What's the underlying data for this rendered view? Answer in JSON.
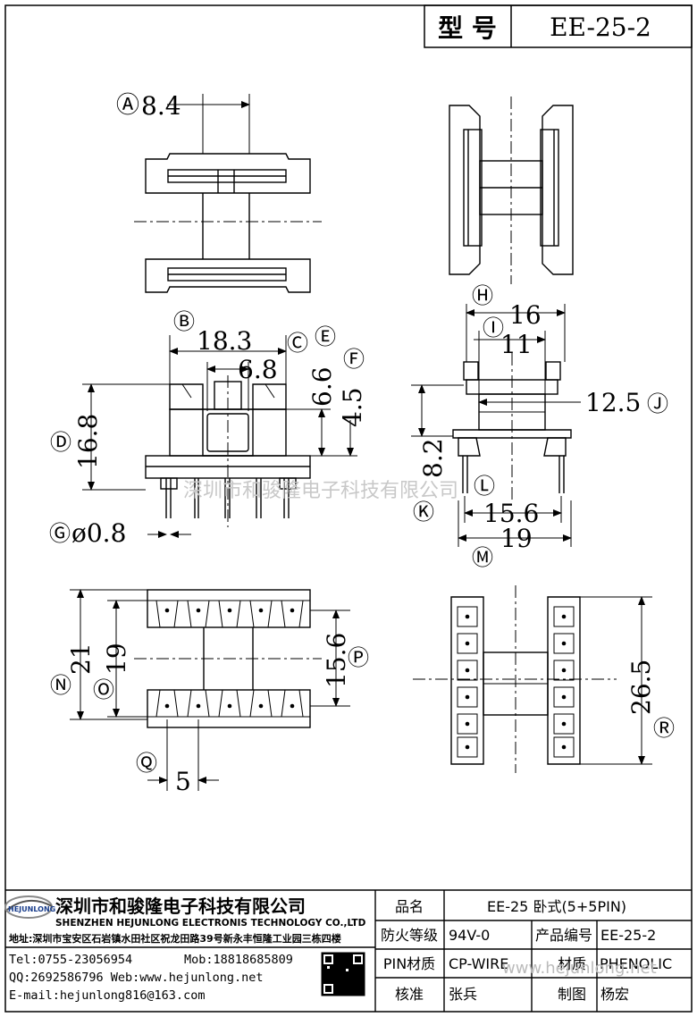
{
  "model_box": {
    "label": "型 号",
    "value": "EE-25-2"
  },
  "watermarks": {
    "center": "深圳市和骏隆电子科技有限公司",
    "footer": "www.hejunlong.net"
  },
  "dimensions": {
    "top_view_width": "8.4",
    "front_width": "18.3",
    "center_width": "6.8",
    "height_e": "6.6",
    "height_f": "4.5",
    "total_height": "16.8",
    "pin_diameter": "ø0.8",
    "side_width": "16",
    "side_inner": "11",
    "side_center": "12.5",
    "side_height": "8.2",
    "pin_span": "15.6",
    "base_width": "19",
    "bottom_outer": "21",
    "bottom_inner": "19",
    "bottom_pin_row": "15.6",
    "pin_pitch": "5",
    "length": "26.5"
  },
  "labels": {
    "a": "Ⓐ",
    "b": "Ⓑ",
    "c": "Ⓒ",
    "d": "Ⓓ",
    "e": "Ⓔ",
    "f": "Ⓕ",
    "g": "Ⓖ",
    "h": "Ⓗ",
    "i": "Ⓘ",
    "j": "Ⓙ",
    "k": "Ⓚ",
    "l": "Ⓛ",
    "m": "Ⓜ",
    "n": "Ⓝ",
    "o": "Ⓞ",
    "p": "Ⓟ",
    "q": "Ⓠ",
    "r": "Ⓡ"
  },
  "company": {
    "logo_text": "HEJUNLONG",
    "name_cn": "深圳市和骏隆电子科技有限公司",
    "name_en": "SHENZHEN HEJUNLONG ELECTRONIS TECHNOLOGY CO.,LTD",
    "address": "地址:深圳市宝安区石岩镇水田社区祝龙田路39号新永丰恒隆工业园三栋四楼",
    "tel": "Tel:0755-23056954",
    "mob": "Mob:18818685809",
    "qq_web": "QQ:2692586796 Web:www.hejunlong.net",
    "email": "E-mail:hejunlong816@163.com"
  },
  "spec_table": {
    "name_label": "品名",
    "name_value": "EE-25 卧式(5+5PIN)",
    "fire_label": "防火等级",
    "fire_value": "94V-0",
    "code_label": "产品编号",
    "code_value": "EE-25-2",
    "pin_label": "PIN材质",
    "pin_value": "CP-WIRE",
    "material_label": "材质",
    "material_value": "PHENOLIC",
    "check_label": "核准",
    "check_value": "张兵",
    "draw_label": "制图",
    "draw_value": "杨宏"
  }
}
